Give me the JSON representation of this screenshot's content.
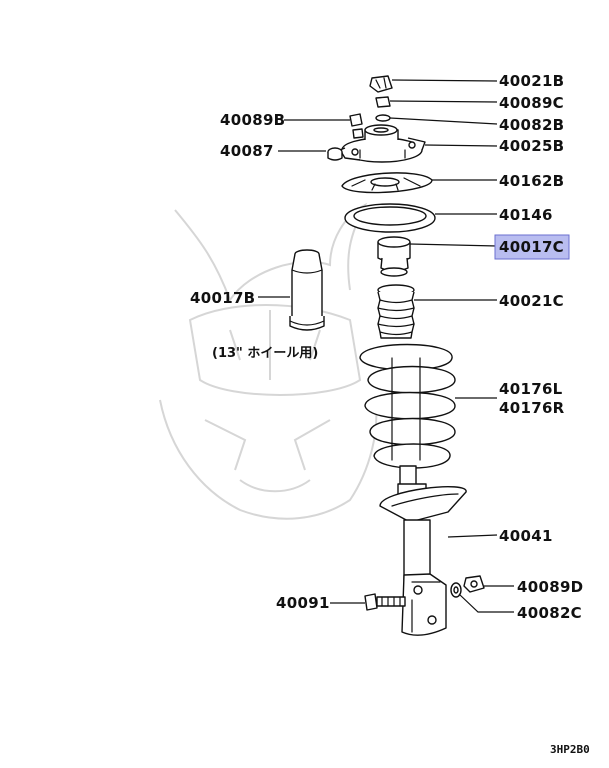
{
  "parts": {
    "p40021B": "40021B",
    "p40089C": "40089C",
    "p40089B": "40089B",
    "p40082B": "40082B",
    "p40087": "40087",
    "p40025B": "40025B",
    "p40162B": "40162B",
    "p40146": "40146",
    "p40017C": "40017C",
    "p40017B": "40017B",
    "p40021C": "40021C",
    "p40176L": "40176L",
    "p40176R": "40176R",
    "p40041": "40041",
    "p40089D": "40089D",
    "p40091": "40091",
    "p40082C": "40082C"
  },
  "note": "(13\" ホイール用)",
  "diagram_code": "3HP2B0",
  "highlight_color": "#b9bdf0"
}
